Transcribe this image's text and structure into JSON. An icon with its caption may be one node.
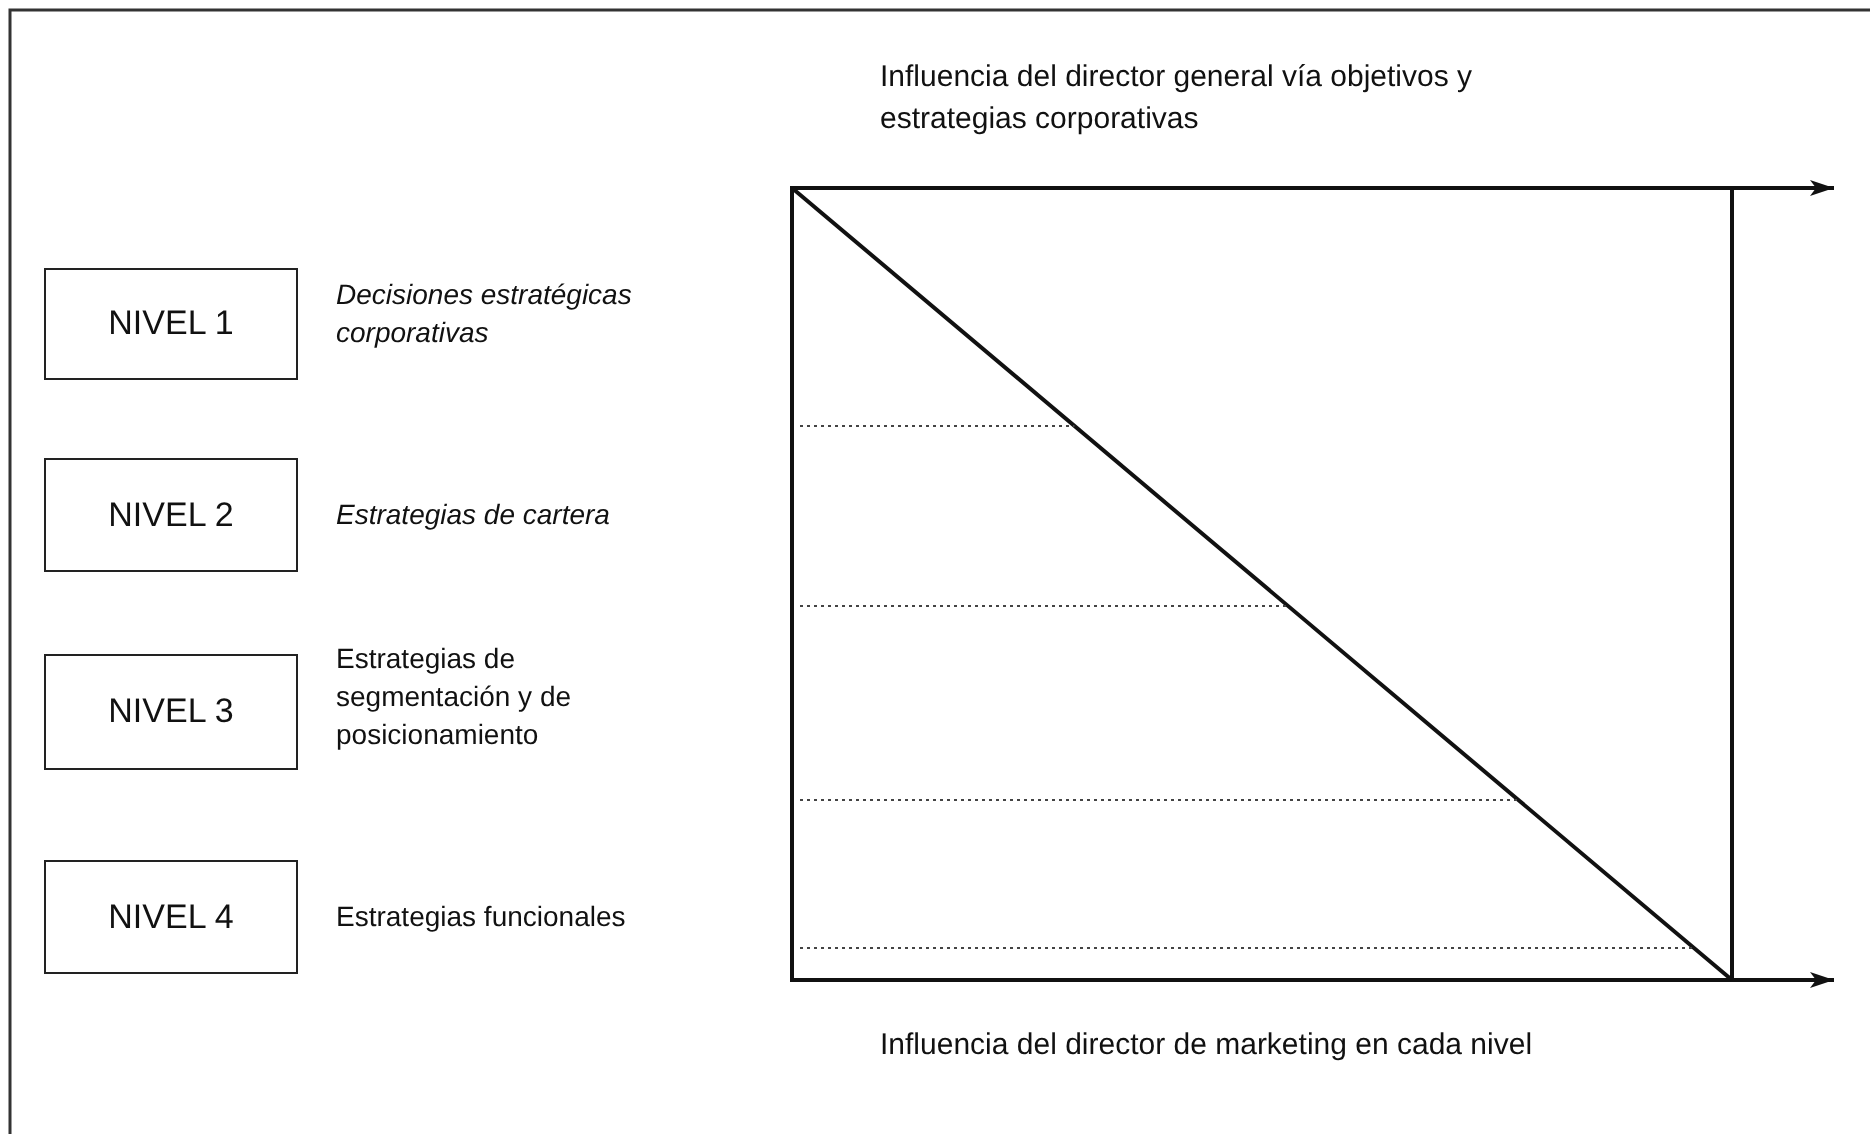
{
  "diagram": {
    "nodes": [
      {
        "text": [
          "NIVEL 1"
        ],
        "beside": [
          "Decisiones estratégicas corporativas"
        ]
      },
      {
        "text": [
          "NIVEL 2"
        ],
        "beside": [
          "Estrategias de cartera"
        ]
      },
      {
        "text": [
          "NIVEL 3"
        ],
        "beside": [
          "Estrategias de segmentación y de posicionamiento"
        ]
      },
      {
        "text": [
          "NIVEL 4"
        ],
        "beside": [
          "Estrategias funcionales"
        ]
      }
    ],
    "labels": [
      "Influencia del director general vía objetivos y estrategias corporativas",
      "Influencia del director de marketing en cada nivel"
    ]
  }
}
